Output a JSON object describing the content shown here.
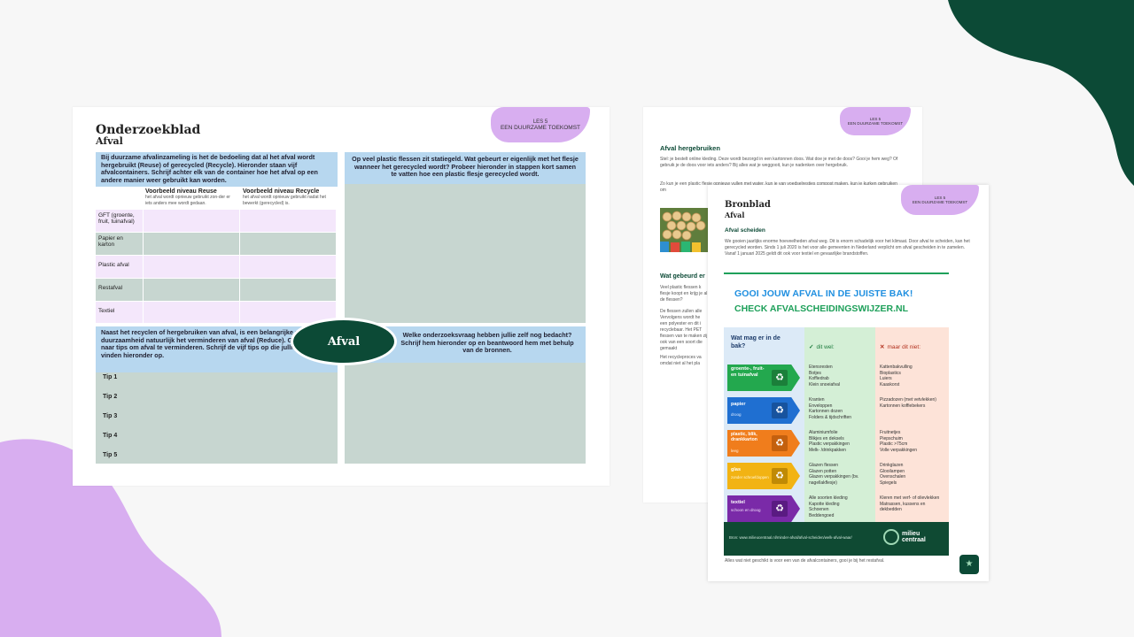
{
  "colors": {
    "dark_green": "#0c4a36",
    "lilac": "#d8aef0",
    "light_blue": "#b7d7ef",
    "sage": "#c7d6d0",
    "pink_row": "#f4e7fb",
    "info_green": "#1ea05a",
    "info_blue": "#1f6fd1"
  },
  "worksheet": {
    "title": "Onderzoekblad",
    "subtitle": "Afval",
    "tag_line1": "LES 5",
    "tag_line2": "EEN DUURZAME TOEKOMST",
    "intro": "Bij duurzame afvalinzameling is het de bedoeling dat al het afval wordt hergebruikt (Reuse) of gerecycled (Recycle). Hieronder staan vijf afvalcontainers. Schrijf achter elk van de container hoe het afval op een andere manier weer gebruikt kan worden.",
    "col1_title": "Voorbeeld niveau Reuse",
    "col1_desc": "het afval wordt opnieuw gebruikt zon-der er iets anders mee wordt gedaan.",
    "col2_title": "Voorbeeld niveau Recycle",
    "col2_desc": "het afval wordt opnieuw gebruikt nadat het bewerkt (gerecycled) is.",
    "rows": [
      "GFT (groente, fruit, tuinafval)",
      "Papier en karton",
      "Plastic afval",
      "Restafval",
      "Textiel"
    ],
    "right_question": "Op veel plastic flessen zit statiegeld. Wat gebeurt er eigenlijk met het flesje wanneer het gerecycled wordt? Probeer hieronder in stappen kort samen te vatten hoe een plastic flesje gerecycled wordt.",
    "center_label": "Afval",
    "reduce_text": "Naast het recyclen of hergebruiken van afval, is een belangrijke stap in duurzaamheid natuurlijk het verminderen van afval (Reduce). Ga op zoek naar tips om afval te verminderen. Schrijf de vijf tips op die jullie het beste vinden hieronder op.",
    "tips": [
      "Tip 1",
      "Tip 2",
      "Tip 3",
      "Tip 4",
      "Tip 5"
    ],
    "research_question": "Welke onderzoeksvraag hebben jullie zelf nog bedacht? Schrijf hem hieronder op en beantwoord hem met behulp van de bronnen."
  },
  "back_page": {
    "tag_line1": "LES 5",
    "tag_line2": "EEN DUURZAME TOEKOMST",
    "heading": "Afval hergebruiken",
    "para1": "Stel: je bestelt online kleding. Deze wordt bezorgd in een kartonnen doos. Wat doe je met de doos? Gooi je hem weg? Of gebruik je de doos voor iets anders? Bij alles wat je weggooit, kun je nadenken over hergebruik.",
    "para2": "Zo kun je een plastic flesje opnieuw vullen met water, kun je van voedselrestjes compost maken, kun je kurken gebruiken om",
    "heading2": "Wat gebeurd er",
    "para3": "Veel plastic flessen k flesje koopt en krijg je al de flessen?",
    "para4": "De flessen zullen alle Vervolgens wordt he een polyester en dit i recyclebaar. Het PET flessen van te maken zij ook van een soort die gemaakt",
    "para5": "Het recycleproces va omdat niet al het pla"
  },
  "source_page": {
    "title": "Bronblad",
    "subtitle": "Afval",
    "tag_line1": "LES 5",
    "tag_line2": "EEN DUURZAME TOEKOMST",
    "section": "Afval scheiden",
    "body": "We gooien jaarlijks enorme hoeveelheden afval weg. Dit is enorm schadelijk voor het klimaat. Door afval te scheiden, kan het gerecycled worden. Sinds 1 juli 2020 is het voor alle gemeenten in Nederland verplicht om afval gescheiden in te zamelen. Vanaf 1 januari 2025 geldt dit ook voor textiel en gevaarlijke brandstoffen.",
    "footer": "Alles wat niet geschikt is voor een van de afvalcontainers, gooi je bij het restafval."
  },
  "infographic": {
    "headline1": "GOOI JOUW AFVAL IN DE JUISTE BAK!",
    "headline2": "CHECK AFVALSCHEIDINGSWIJZER.NL",
    "question": "Wat mag er in de bak?",
    "yes_header": "dit wel:",
    "no_header": "maar dit niet:",
    "categories": [
      {
        "name": "groente-, fruit- en tuinafval",
        "color": "#23a84e",
        "yes": [
          "Etensresten",
          "Botjes",
          "Koffiedrab",
          "Klein snoeiafval"
        ],
        "no": [
          "Kattenbakvulling",
          "Bioplastics",
          "Luiers",
          "Kaaskorst"
        ]
      },
      {
        "name": "papier",
        "sub": "droog",
        "color": "#1f6fd1",
        "yes": [
          "Kranten",
          "Enveloppen",
          "Kartonnen dozen",
          "Folders & tijdschriften"
        ],
        "no": [
          "Pizzadozen (met vetvlekken)",
          "Kartonnen koffiebekers"
        ]
      },
      {
        "name": "plastic, blik, drankkarton",
        "sub": "leeg",
        "color": "#f07d1c",
        "yes": [
          "Aluminiumfolie",
          "Blikjes en deksels",
          "Plastic verpakkingen",
          "Melk- /drinkpakken"
        ],
        "no": [
          "Fruitnetjes",
          "Piepschuim",
          "Plastic >75cm",
          "Volle verpakkingen"
        ]
      },
      {
        "name": "glas",
        "sub": "zonder schroefdoppen",
        "color": "#f2b313",
        "yes": [
          "Glazen flessen",
          "Glazen potten",
          "Glazen verpakkingen (bv. nagellakflesje)"
        ],
        "no": [
          "Drinkglazen",
          "Glooilampen",
          "Ovenschalen",
          "Spiegels"
        ]
      },
      {
        "name": "textiel",
        "sub": "schoon en droog",
        "color": "#7a2aa8",
        "yes": [
          "Alle soorten kleding",
          "Kapotte kleding",
          "Schoenen",
          "Beddengoed"
        ],
        "no": [
          "Kleren met verf- of olievlekken",
          "Matrassen, kussens en dekbedden"
        ]
      }
    ],
    "source": "Bron: www.milieucentraal.nl/minder-afval/afval-scheiden/welk-afval-waar/",
    "logo_line1": "milieu",
    "logo_line2": "centraal"
  }
}
